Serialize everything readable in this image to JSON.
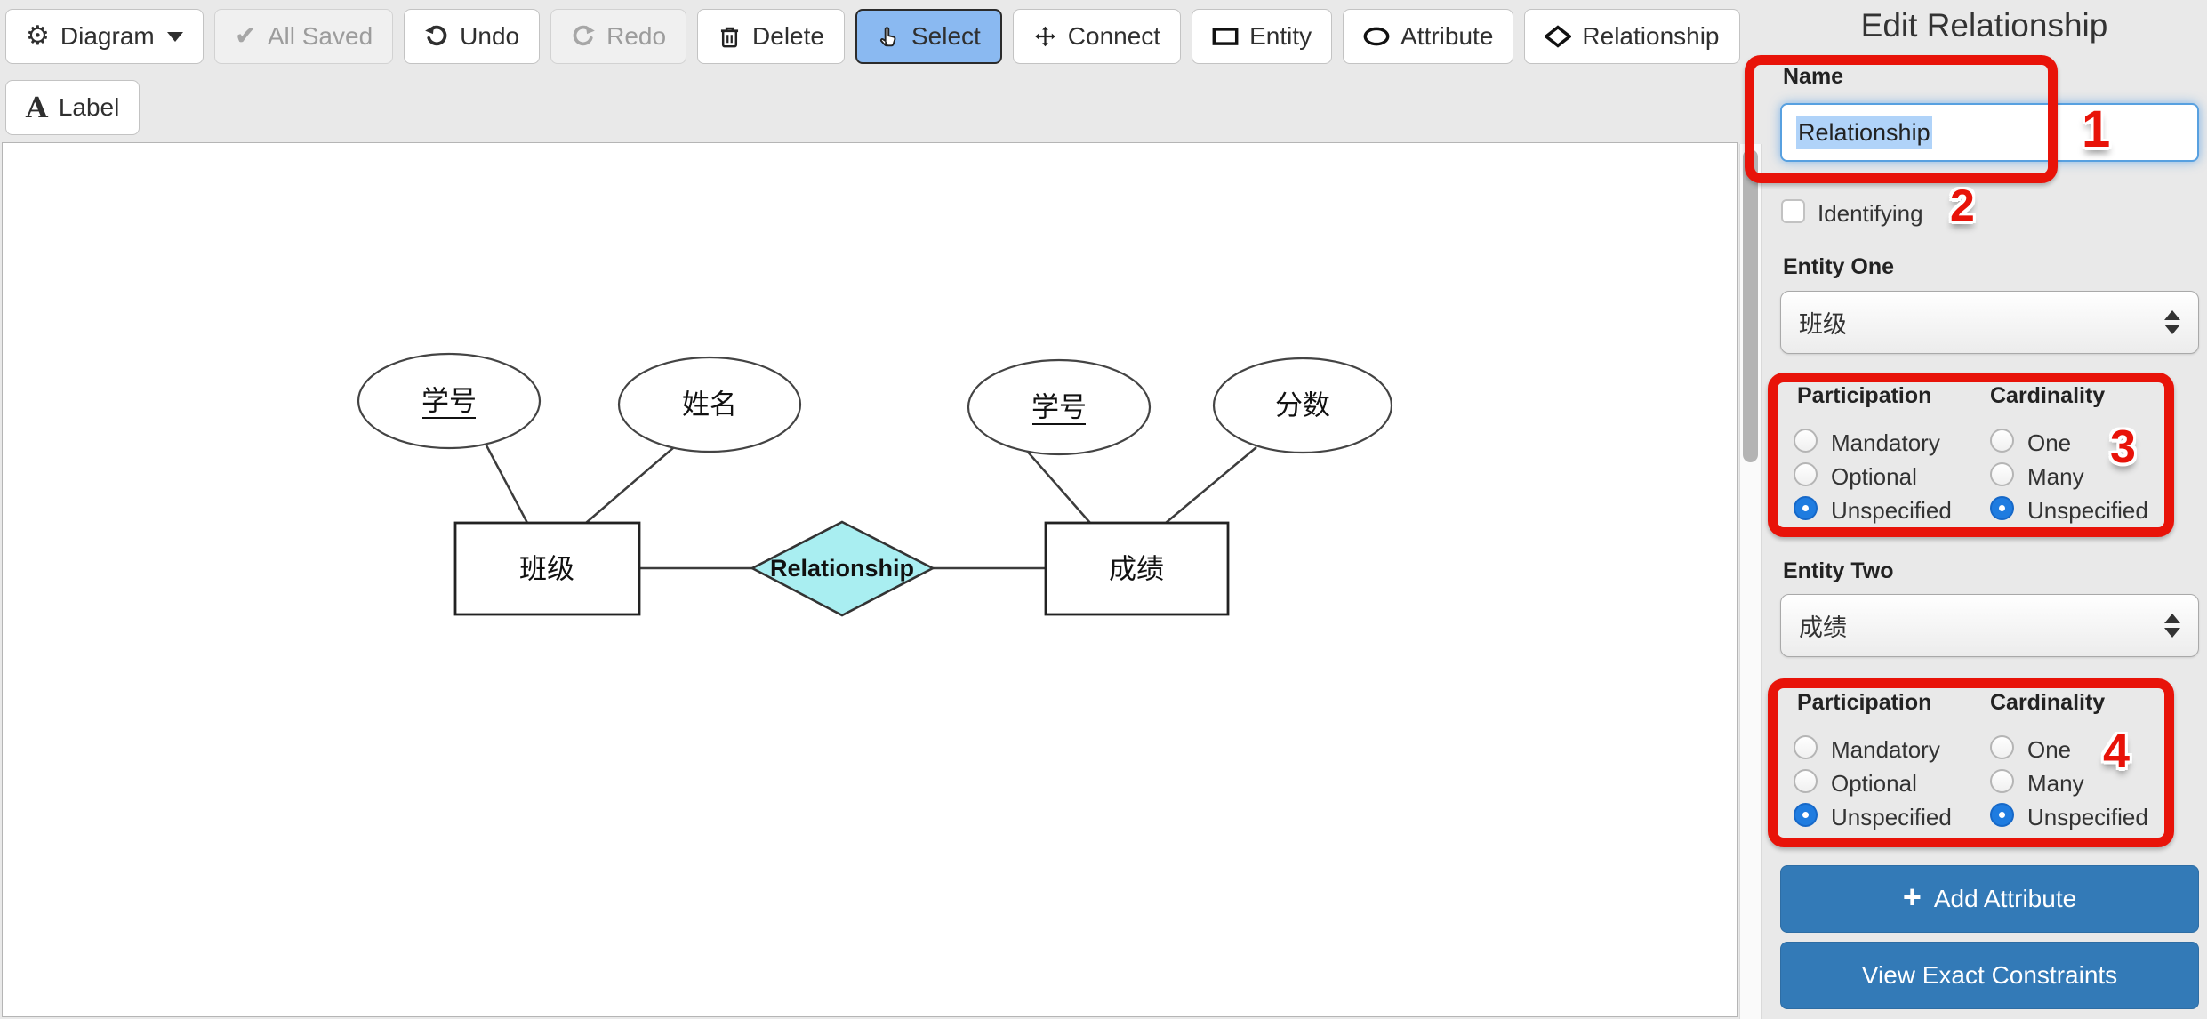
{
  "toolbar": {
    "row1": [
      {
        "label": "Diagram",
        "icon": "gear-icon",
        "state": "normal",
        "has_caret": true
      },
      {
        "label": "All Saved",
        "icon": "check-icon",
        "state": "disabled"
      },
      {
        "label": "Undo",
        "icon": "undo-icon",
        "state": "normal"
      },
      {
        "label": "Redo",
        "icon": "redo-icon",
        "state": "disabled"
      },
      {
        "label": "Delete",
        "icon": "trash-icon",
        "state": "normal"
      },
      {
        "label": "Select",
        "icon": "hand-icon",
        "state": "active"
      },
      {
        "label": "Connect",
        "icon": "move-icon",
        "state": "normal"
      },
      {
        "label": "Entity",
        "icon": "rectangle-icon",
        "state": "normal"
      },
      {
        "label": "Attribute",
        "icon": "ellipse-icon",
        "state": "normal"
      },
      {
        "label": "Relationship",
        "icon": "diamond-icon",
        "state": "normal"
      }
    ],
    "row2": [
      {
        "label": "Label",
        "icon": "text-icon"
      }
    ]
  },
  "icons": {
    "gear": "⚙",
    "check": "✔",
    "labelA": "A",
    "plus": "+"
  },
  "panel": {
    "title": "Edit Relationship",
    "name_label": "Name",
    "name_value": "Relationship",
    "name_value_selected": true,
    "identifying_label": "Identifying",
    "identifying_checked": false,
    "entity_one": {
      "label": "Entity One",
      "value": "班级"
    },
    "entity_two": {
      "label": "Entity Two",
      "value": "成绩"
    },
    "participation_label": "Participation",
    "cardinality_label": "Cardinality",
    "participation_options": [
      "Mandatory",
      "Optional",
      "Unspecified"
    ],
    "cardinality_options": [
      "One",
      "Many",
      "Unspecified"
    ],
    "entity_one_participation_selected": "Unspecified",
    "entity_one_cardinality_selected": "Unspecified",
    "entity_two_participation_selected": "Unspecified",
    "entity_two_cardinality_selected": "Unspecified",
    "add_attribute_label": "Add Attribute",
    "view_constraints_label": "View Exact Constraints"
  },
  "annotations": {
    "badges": [
      "1",
      "2",
      "3",
      "4"
    ]
  },
  "diagram": {
    "relationship_name": "Relationship",
    "entities": [
      "班级",
      "成绩"
    ],
    "attributes": [
      {
        "name": "学号",
        "primary_key": true,
        "entity": "班级"
      },
      {
        "name": "姓名",
        "primary_key": false,
        "entity": "班级"
      },
      {
        "name": "学号",
        "primary_key": true,
        "entity": "成绩"
      },
      {
        "name": "分数",
        "primary_key": false,
        "entity": "成绩"
      }
    ],
    "diamond_fill": "#a9eef1"
  },
  "colors": {
    "accent_blue": "#337ab7",
    "annotation_red": "#e81309",
    "active_tool_blue": "#8ab9f1",
    "selection_highlight": "#b0d3f9",
    "panel_background": "#e9e9e9"
  }
}
